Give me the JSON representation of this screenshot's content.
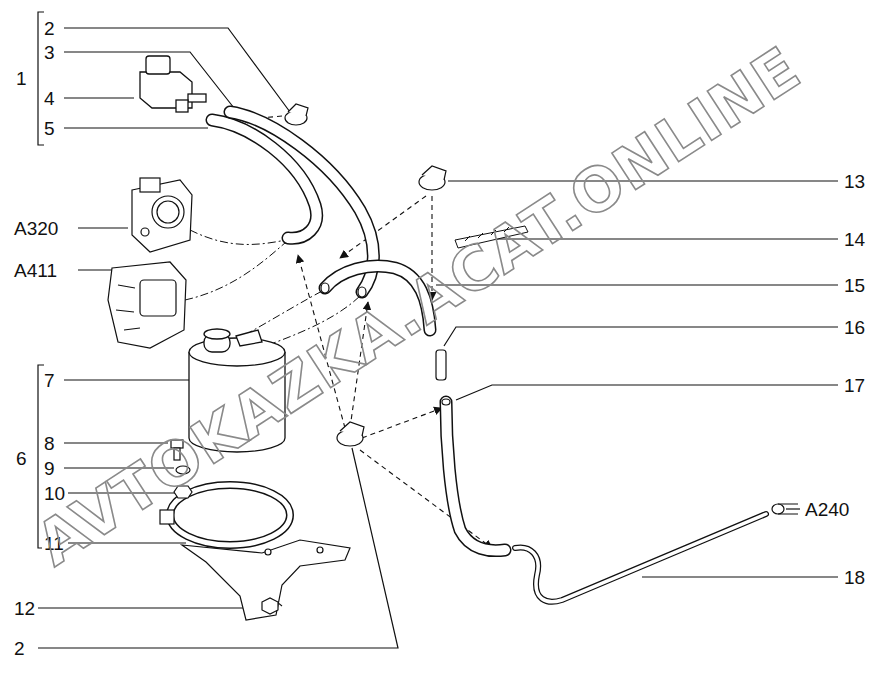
{
  "diagram": {
    "labels": [
      "1",
      "2",
      "3",
      "4",
      "5",
      "A320",
      "A411",
      "6",
      "7",
      "8",
      "9",
      "10",
      "11",
      "12",
      "2",
      "13",
      "14",
      "15",
      "16",
      "17",
      "18",
      "A240",
      "AVTOKAZKA.ACAT.ONLINE"
    ]
  }
}
